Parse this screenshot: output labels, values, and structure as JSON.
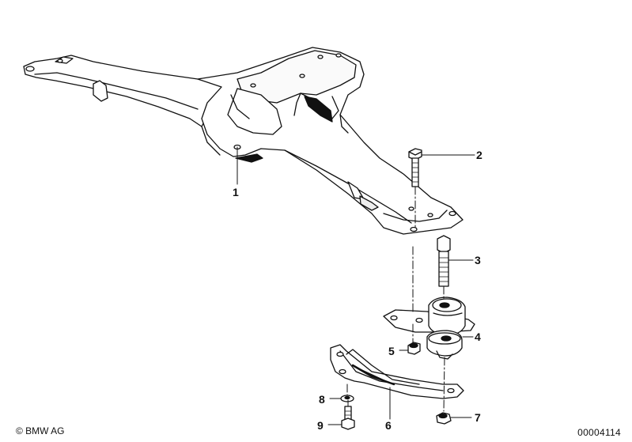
{
  "diagram": {
    "parts": [
      {
        "number": "1",
        "name": "subframe-crossmember"
      },
      {
        "number": "2",
        "name": "hex-bolt"
      },
      {
        "number": "3",
        "name": "stud-bolt"
      },
      {
        "number": "4",
        "name": "rubber-mount-assembly"
      },
      {
        "number": "5",
        "name": "hex-nut-upper"
      },
      {
        "number": "6",
        "name": "support-bracket"
      },
      {
        "number": "7",
        "name": "hex-nut-lower"
      },
      {
        "number": "8",
        "name": "washer"
      },
      {
        "number": "9",
        "name": "screw"
      }
    ],
    "footer": {
      "copyright": "© BMW AG",
      "document_number": "00004114"
    }
  }
}
